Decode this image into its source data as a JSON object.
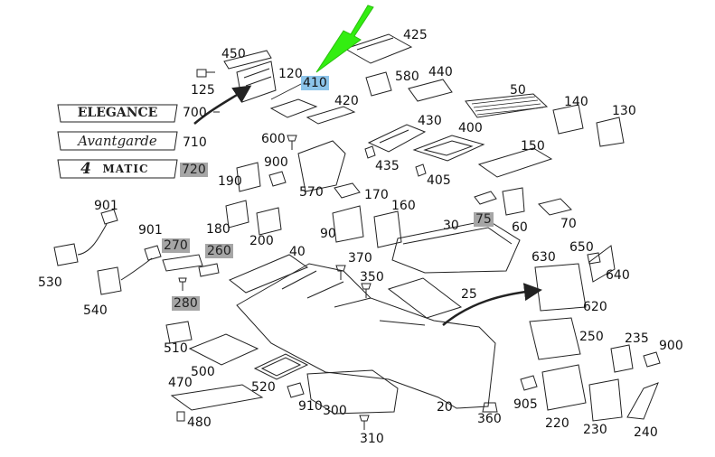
{
  "diagram": {
    "labels": {
      "p450": "450",
      "p425": "425",
      "p120": "120",
      "p410": "410",
      "p125": "125",
      "p580": "580",
      "p440": "440",
      "p50": "50",
      "p420": "420",
      "p140": "140",
      "p130": "130",
      "p700": "700",
      "p430": "430",
      "p400": "400",
      "p600": "600",
      "p710": "710",
      "p150": "150",
      "p900a": "900",
      "p435": "435",
      "p720": "720",
      "p405": "405",
      "p190": "190",
      "p570": "570",
      "p170": "170",
      "p75": "75",
      "p901a": "901",
      "p160": "160",
      "p30": "30",
      "p60": "60",
      "p70": "70",
      "p180": "180",
      "p200": "200",
      "p90": "90",
      "p901b": "901",
      "p270": "270",
      "p650": "650",
      "p260": "260",
      "p630": "630",
      "p40": "40",
      "p370": "370",
      "p640": "640",
      "p530": "530",
      "p350": "350",
      "p25": "25",
      "p280": "280",
      "p620": "620",
      "p540": "540",
      "p250": "250",
      "p235": "235",
      "p900b": "900",
      "p510": "510",
      "p500": "500",
      "p470": "470",
      "p520": "520",
      "p910": "910",
      "p300": "300",
      "p20": "20",
      "p905": "905",
      "p360": "360",
      "p220": "220",
      "p230": "230",
      "p240": "240",
      "p480": "480",
      "p310": "310"
    },
    "emblems": {
      "elegance": "ELEGANCE",
      "avantgarde": "Avantgarde",
      "matic_num": "4",
      "matic_text": "MATIC"
    },
    "colors": {
      "highlight": "#8cc4ea",
      "grey_label": "#a6a6a6",
      "arrow": "#33ee11",
      "line": "#222222"
    }
  }
}
